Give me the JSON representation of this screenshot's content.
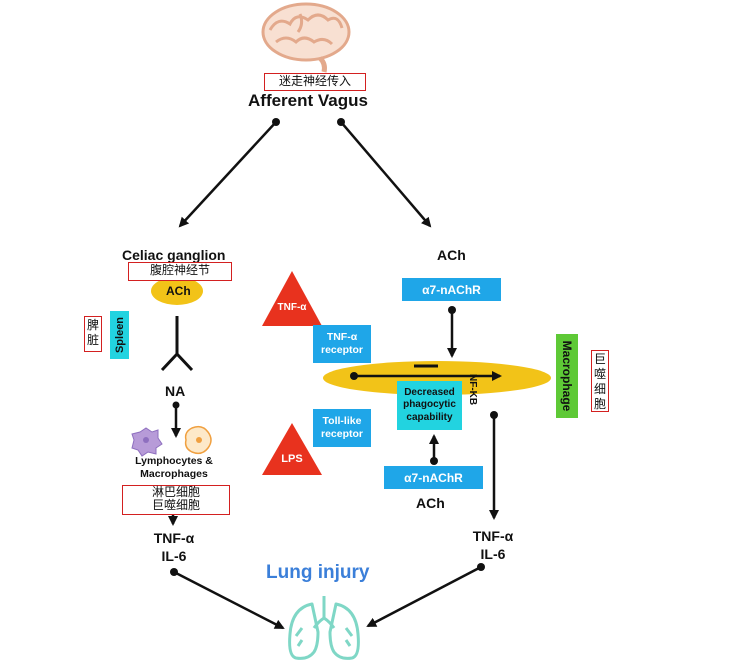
{
  "colors": {
    "red_box": "#d32020",
    "blue_box": "#1fa6e8",
    "cyan_box": "#22d3e0",
    "green_box": "#5ec936",
    "ellipse": "#f2c318",
    "triangle": "#e8321e",
    "lung_title": "#3b7fd9",
    "lungs": "#7fd7c6",
    "brain": "#e8b49a"
  },
  "brain": {
    "icon": "brain-icon",
    "cn_label": "迷走神经传入",
    "label": "Afferent Vagus"
  },
  "left": {
    "celiac": "Celiac ganglion",
    "celiac_cn": "腹腔神经节",
    "ach": "ACh",
    "spleen": "Spleen",
    "spleen_cn": "脾脏",
    "na": "NA",
    "cells_label": "Lymphocytes & Macrophages",
    "cells_label_line1": "Lymphocytes &",
    "cells_label_line2": "Macrophages",
    "cells_cn_line1": "淋巴细胞",
    "cells_cn_line2": "巨噬细胞",
    "tnf": "TNF-α",
    "il6": "IL-6"
  },
  "right": {
    "ach_top": "ACh",
    "receptor_top": "α7-nAChR",
    "tnf_triangle": "TNF-α",
    "tnf_receptor_line1": "TNF-α",
    "tnf_receptor_line2": "receptor",
    "nfkb": "NF-KB",
    "decreased_line1": "Decreased",
    "decreased_line2": "phagocytic",
    "decreased_line3": "capability",
    "toll_line1": "Toll-like",
    "toll_line2": "receptor",
    "lps": "LPS",
    "receptor_bottom": "α7-nAChR",
    "ach_bottom": "ACh",
    "macrophage": "Macrophage",
    "macrophage_cn": "巨噬细胞",
    "tnf": "TNF-α",
    "il6": "IL-6"
  },
  "bottom": {
    "lung_injury": "Lung injury",
    "icon": "lungs-icon"
  }
}
